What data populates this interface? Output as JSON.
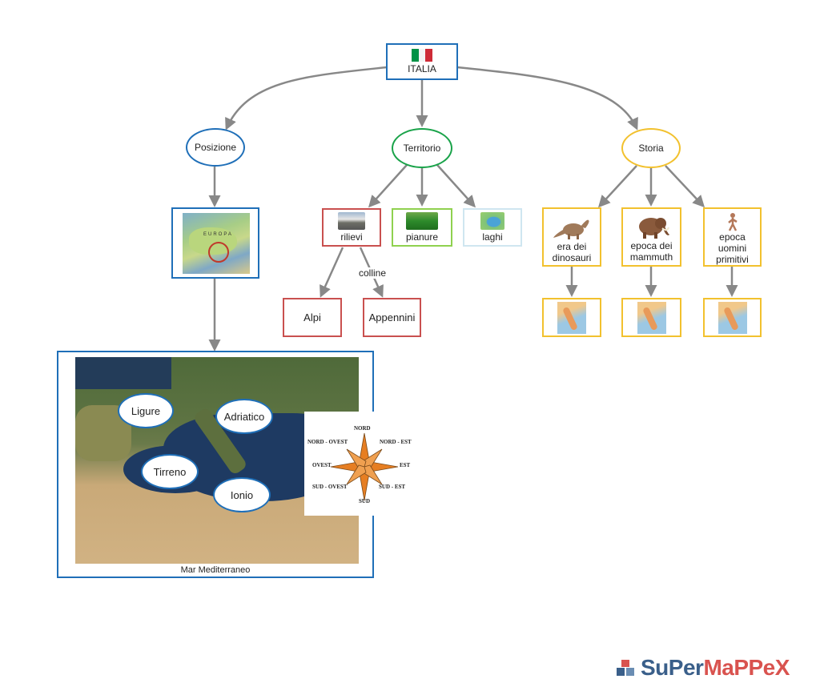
{
  "root": {
    "label": "ITALIA",
    "flag_colors": [
      "#009246",
      "#ffffff",
      "#ce2b37"
    ]
  },
  "branches": {
    "posizione": {
      "label": "Posizione",
      "map_caption": "EUROPA"
    },
    "territorio": {
      "label": "Territorio"
    },
    "storia": {
      "label": "Storia"
    }
  },
  "territorio_items": {
    "rilievi": "rilievi",
    "pianure": "pianure",
    "laghi": "laghi"
  },
  "link_label": "colline",
  "rilievi_children": {
    "alpi": "Alpi",
    "appennini": "Appennini"
  },
  "storia_items": {
    "dinosauri": "era dei dinosauri",
    "mammuth": "epoca dei mammuth",
    "uomini": "epoca uomini primitivi"
  },
  "map": {
    "caption": "Mar Mediterraneo",
    "seas": {
      "ligure": "Ligure",
      "adriatico": "Adriatico",
      "tirreno": "Tirreno",
      "ionio": "Ionio"
    }
  },
  "compass": {
    "n": "NORD",
    "ne": "NORD - EST",
    "e": "EST",
    "se": "SUD - EST",
    "s": "SUD",
    "so": "SUD - OVEST",
    "o": "OVEST",
    "no": "NORD - OVEST"
  },
  "brand": {
    "part1": "SuPer",
    "part2": "MaPPe",
    "part3": "X"
  },
  "colors": {
    "blue": "#1f6fb8",
    "green": "#1aa34a",
    "gold": "#f2c12e",
    "red": "#c9504f",
    "arrow": "#888888"
  }
}
